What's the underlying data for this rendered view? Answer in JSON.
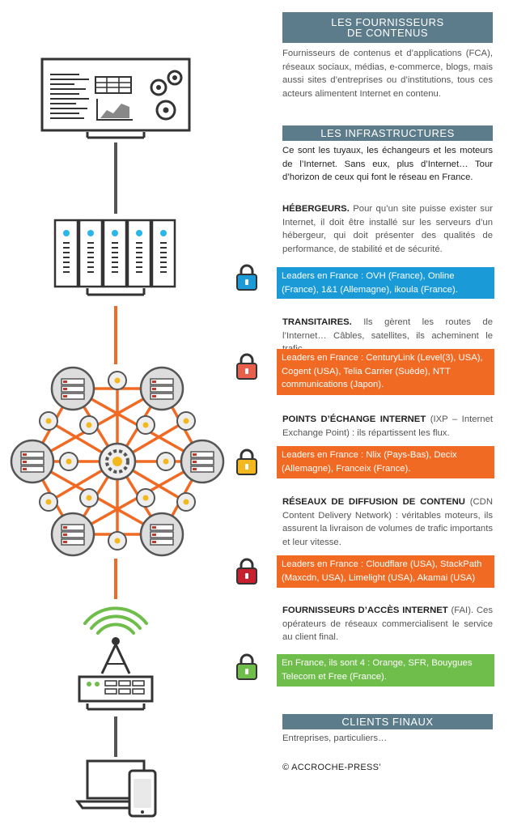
{
  "sections": {
    "fournisseurs": {
      "title_line1": "LES FOURNISSEURS",
      "title_line2": "DE CONTENUS",
      "text": "Fournisseurs de contenus et d’applications (FCA), réseaux sociaux, médias, e-commerce, blogs, mais aussi sites d’entreprises ou d’institutions, tous ces acteurs alimentent Internet en contenu."
    },
    "infrastructures": {
      "title": "LES INFRASTRUCTURES",
      "text": "Ce sont les tuyaux, les échangeurs et les moteurs de l’Internet. Sans eux, plus d’Internet… Tour d’horizon de ceux qui font le réseau en France."
    },
    "hebergeurs": {
      "heading": "HÉBERGEURS.",
      "text": " Pour qu’un site puisse exister sur Internet, il doit être installé sur les serveurs d’un hébergeur, qui doit présenter des qualités de performance, de stabilité et de sécurité.",
      "leaders": "Leaders en France : OVH (France), Online (France), 1&1 (Allemagne), ikoula (France).",
      "color": "#1a9ad6"
    },
    "transitaires": {
      "heading": "TRANSITAIRES.",
      "text": " Ils gèrent les routes de l’Internet… Câbles, satellites, ils acheminent le trafic.",
      "leaders": "Leaders en France : CenturyLink (Level(3), USA), Cogent (USA), Telia Carrier (Suède), NTT communications (Japon).",
      "color": "#f06a24"
    },
    "ixp": {
      "heading": "POINTS D’ÉCHANGE INTERNET",
      "text": " (IXP – Internet Exchange Point) : ils répartissent les flux.",
      "leaders": "Leaders en France : Nlix (Pays-Bas), Decix (Allemagne), Franceix (France).",
      "color": "#f06a24"
    },
    "cdn": {
      "heading": "RÉSEAUX DE DIFFUSION DE CONTENU",
      "text": " (CDN Content Delivery Network) : véritables moteurs, ils assurent la livraison de volumes de trafic importants et leur vitesse.",
      "leaders": "Leaders en France : Cloudflare (USA), StackPath (Maxcdn, USA), Limelight (USA), Akamai (USA)",
      "color": "#f06a24"
    },
    "fai": {
      "heading": "FOURNISSEURS D’ACCÈS INTERNET",
      "text": " (FAI). Ces opérateurs de réseaux commercialisent le service au client final.",
      "leaders": "En France, ils sont 4 : Orange, SFR, Bouygues Telecom et Free (France).",
      "color": "#6fbd4a"
    },
    "clients": {
      "title": "CLIENTS FINAUX",
      "text": "Entreprises, particuliers…"
    }
  },
  "credit": "© ACCROCHE-PRESS’",
  "colors": {
    "header_bg": "#5c7c8b",
    "lock_blue": "#1a9ad6",
    "lock_orange": "#e8604c",
    "lock_yellow": "#f3b81d",
    "lock_red": "#c8202e",
    "lock_green": "#6fbd4a",
    "network": "#f06a24",
    "outline": "#333333"
  },
  "icons": [
    "monitor-dashboard-icon",
    "server-rack-icon",
    "network-mesh-icon",
    "antenna-router-icon",
    "laptop-phone-icon",
    "lock-icon"
  ]
}
